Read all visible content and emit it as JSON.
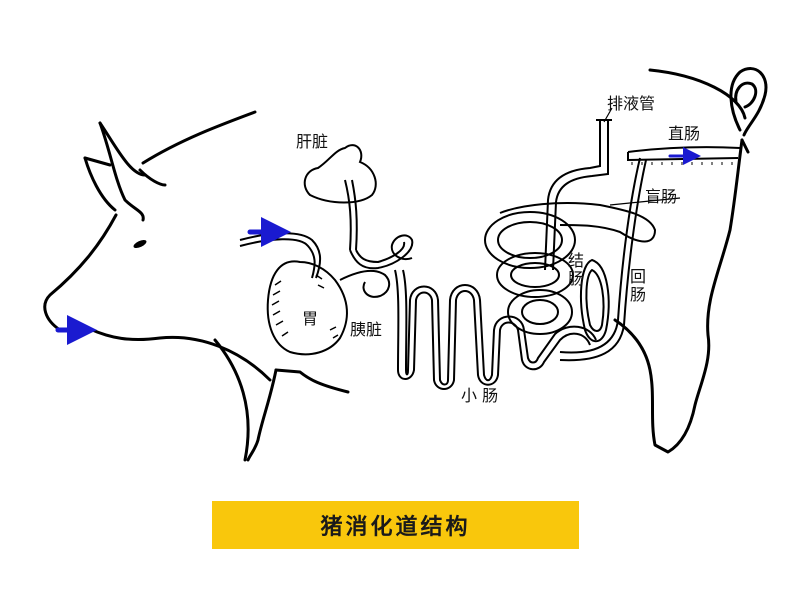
{
  "title": "猪消化道结构",
  "colors": {
    "banner": "#f9c70c",
    "arrow": "#1a1ad0",
    "line": "#000000",
    "background": "#ffffff"
  },
  "labels": {
    "liver": "肝脏",
    "stomach": "胃",
    "pancreas": "胰脏",
    "small_intestine": "小  肠",
    "colon": "结肠",
    "ileum": "回肠",
    "cecum": "盲肠",
    "rectum": "直肠",
    "urinary_duct": "排液管"
  },
  "arrows": [
    {
      "name": "mouth-entry",
      "direction": "right"
    },
    {
      "name": "esophagus-entry",
      "direction": "right"
    },
    {
      "name": "rectum-flow",
      "direction": "right"
    }
  ]
}
